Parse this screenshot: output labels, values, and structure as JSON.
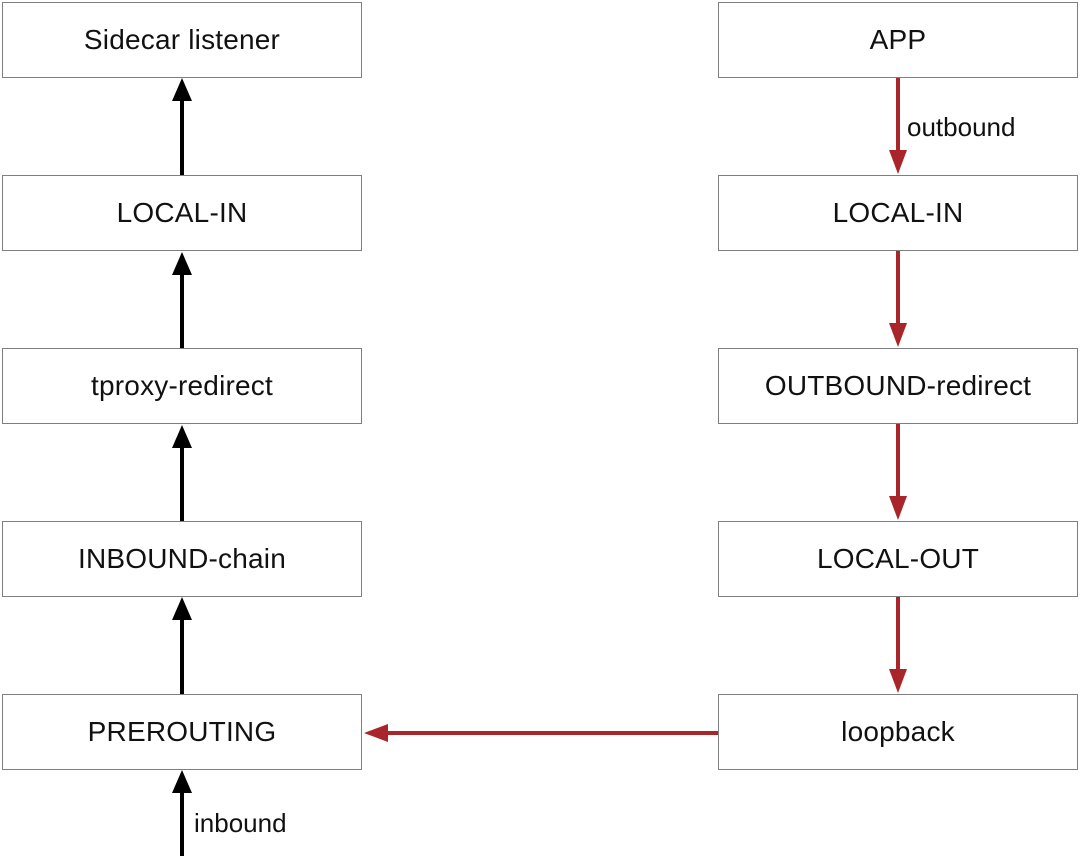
{
  "diagram": {
    "left_column": {
      "sidecar_listener": "Sidecar listener",
      "local_in": "LOCAL-IN",
      "tproxy_redirect": "tproxy-redirect",
      "inbound_chain": "INBOUND-chain",
      "prerouting": "PREROUTING"
    },
    "right_column": {
      "app": "APP",
      "local_in": "LOCAL-IN",
      "outbound_redirect": "OUTBOUND-redirect",
      "local_out": "LOCAL-OUT",
      "loopback": "loopback"
    },
    "edge_labels": {
      "inbound": "inbound",
      "outbound": "outbound"
    },
    "colors": {
      "inbound_arrow": "#000000",
      "outbound_arrow": "#a8262a",
      "box_border": "#7f7f7f"
    }
  }
}
